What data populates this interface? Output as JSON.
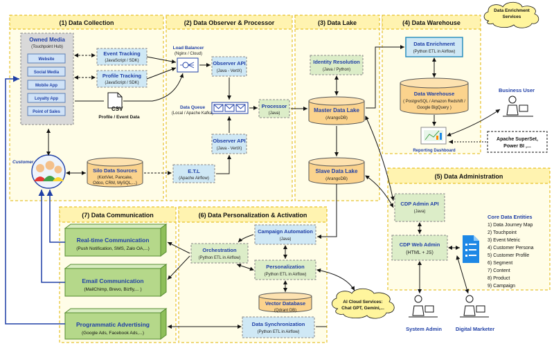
{
  "sections": {
    "s1": "(1) Data Collection",
    "s2": "(2) Data Observer & Processor",
    "s3": "(3) Data Lake",
    "s4": "(4) Data Warehouse",
    "s5": "(5) Data Administration",
    "s6": "(6) Data Personalization & Activation",
    "s7": "(7) Data Communication"
  },
  "cloud_enrichment": [
    "Data Enrichment",
    "Services"
  ],
  "cloud_ai": [
    "AI Cloud Services:",
    "Chat GPT, Gemini,..."
  ],
  "owned_media": {
    "title": "Owned Media",
    "sub": "(Touchpoint Hub)",
    "items": [
      "Website",
      "Social Media",
      "Mobile App",
      "Loyalty App",
      "Point of Sales"
    ]
  },
  "event_tracking": {
    "title": "Event Tracking",
    "sub": "(JavaScript / SDK)"
  },
  "profile_tracking": {
    "title": "Profile Tracking",
    "sub": "(JavaScript / SDK)"
  },
  "csv": {
    "label": "CSV",
    "caption": "Profile / Event Data"
  },
  "customer": "Customer",
  "silo": {
    "title": "Silo Data Sources",
    "sub1": "(KiotViet, Pancake,",
    "sub2": "Odoo, CRM, MySQL,...)"
  },
  "load_balancer": {
    "title": "Load Balancer",
    "sub": "(Nginx / Cloud)"
  },
  "observer_api_top": {
    "title": "Observer API",
    "sub": "(Java - VertX)"
  },
  "data_queue": {
    "title": "Data Queue",
    "sub": "(Local / Apache Kafka)"
  },
  "processor": {
    "title": "Processor",
    "sub": "(Java)"
  },
  "observer_api_bottom": {
    "title": "Observer API",
    "sub": "(Java - VertX)"
  },
  "etl": {
    "title": "E.T.L",
    "sub": "(Apache Airflow)"
  },
  "identity_resolution": {
    "title": "Identity Resolution",
    "sub": "(Java / Python)"
  },
  "master_lake": {
    "title": "Master Data Lake",
    "sub": "(ArangoDB)"
  },
  "slave_lake": {
    "title": "Slave Data Lake",
    "sub": "(ArangoDB)"
  },
  "data_enrichment": {
    "title": "Data Enrichment",
    "sub": "(Python ETL in Airflow)"
  },
  "data_warehouse": {
    "title": "Data Warehouse",
    "sub1": "( PostgreSQL / Amazon Redshift /",
    "sub2": "Google BigQuery )"
  },
  "reporting": "Reporting Dashboard",
  "business_user": "Business User",
  "superset": {
    "line1": "Apache SuperSet,",
    "line2": "Power BI ,..."
  },
  "cdp_admin_api": {
    "title": "CDP Admin API",
    "sub": "(Java)"
  },
  "cdp_web_admin": {
    "title": "CDP Web Admin",
    "sub": "(HTML + JS)"
  },
  "core_entities": {
    "title": "Core Data Entities",
    "items": [
      "1) Data Journey Map",
      "2) Touchpoint",
      "3) Event Metric",
      "4) Customer Persona",
      "5) Customer Profile",
      "6) Segment",
      "7) Content",
      "8) Product",
      "9) Campaign"
    ]
  },
  "system_admin": "System Admin",
  "digital_marketer": "Digital Marketer",
  "campaign_automation": {
    "title": "Campaign Automation",
    "sub": "(Java)"
  },
  "orchestration": {
    "title": "Orchestration",
    "sub": "(Python ETL in Airflow)"
  },
  "personalization": {
    "title": "Personalization",
    "sub": "(Python ETL in Airflow)"
  },
  "vector_db": {
    "title": "Vector Database",
    "sub": "(Qdrant DB)"
  },
  "data_sync": {
    "title": "Data Synchronization",
    "sub": "(Python ETL in Airflow)"
  },
  "realtime_comm": {
    "title": "Real-time Communication",
    "sub": "(Push Notification, SMS, Zalo OA,...)"
  },
  "email_comm": {
    "title": "Email Communication",
    "sub": "(MailChimp, Brevo, Bizfly,... )"
  },
  "programmatic": {
    "title": "Programmatic Advertising",
    "sub": "(Google Ads, Facebook Ads,...)"
  },
  "colors": {
    "section_bg": "#fffde7",
    "section_border": "#e0b400",
    "node_green": "#dcedc8",
    "node_blue": "#cfe8f5",
    "cylinder": "#fbd38d",
    "block_green": "#b5d88a",
    "title_blue": "#1f3fa6"
  }
}
